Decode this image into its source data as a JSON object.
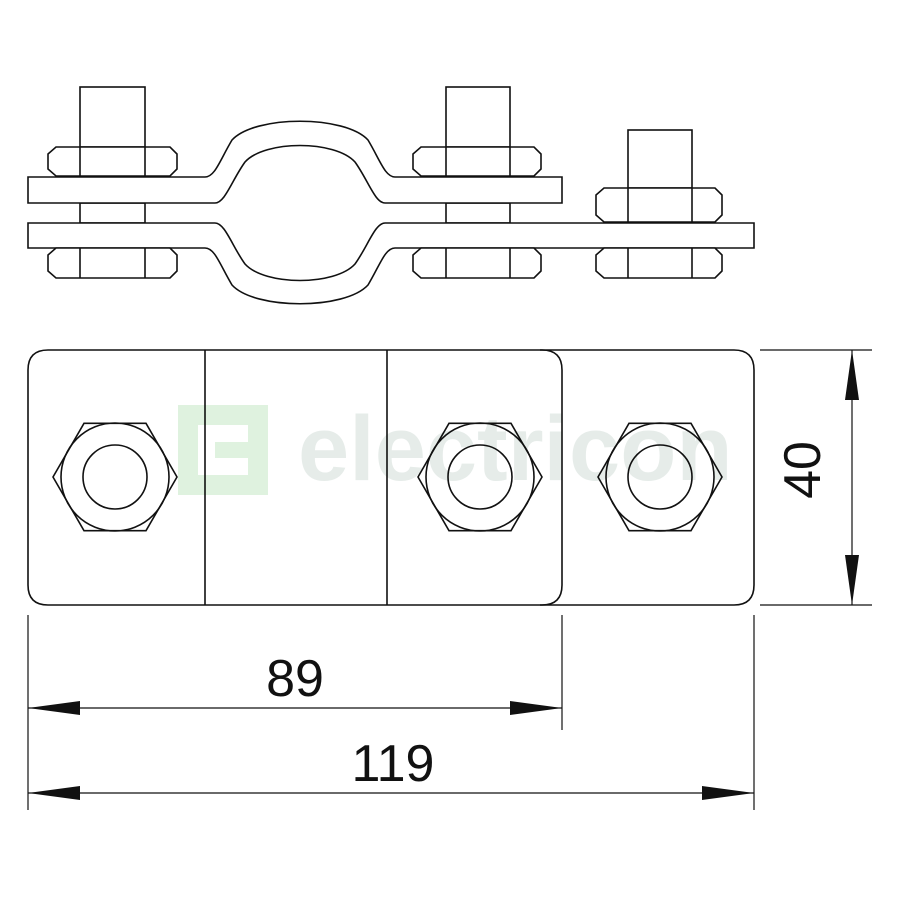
{
  "watermark": {
    "text": "electricon",
    "color": "#d8efd8"
  },
  "dimensions": {
    "width_total": "119",
    "width_partial": "89",
    "height": "40"
  }
}
